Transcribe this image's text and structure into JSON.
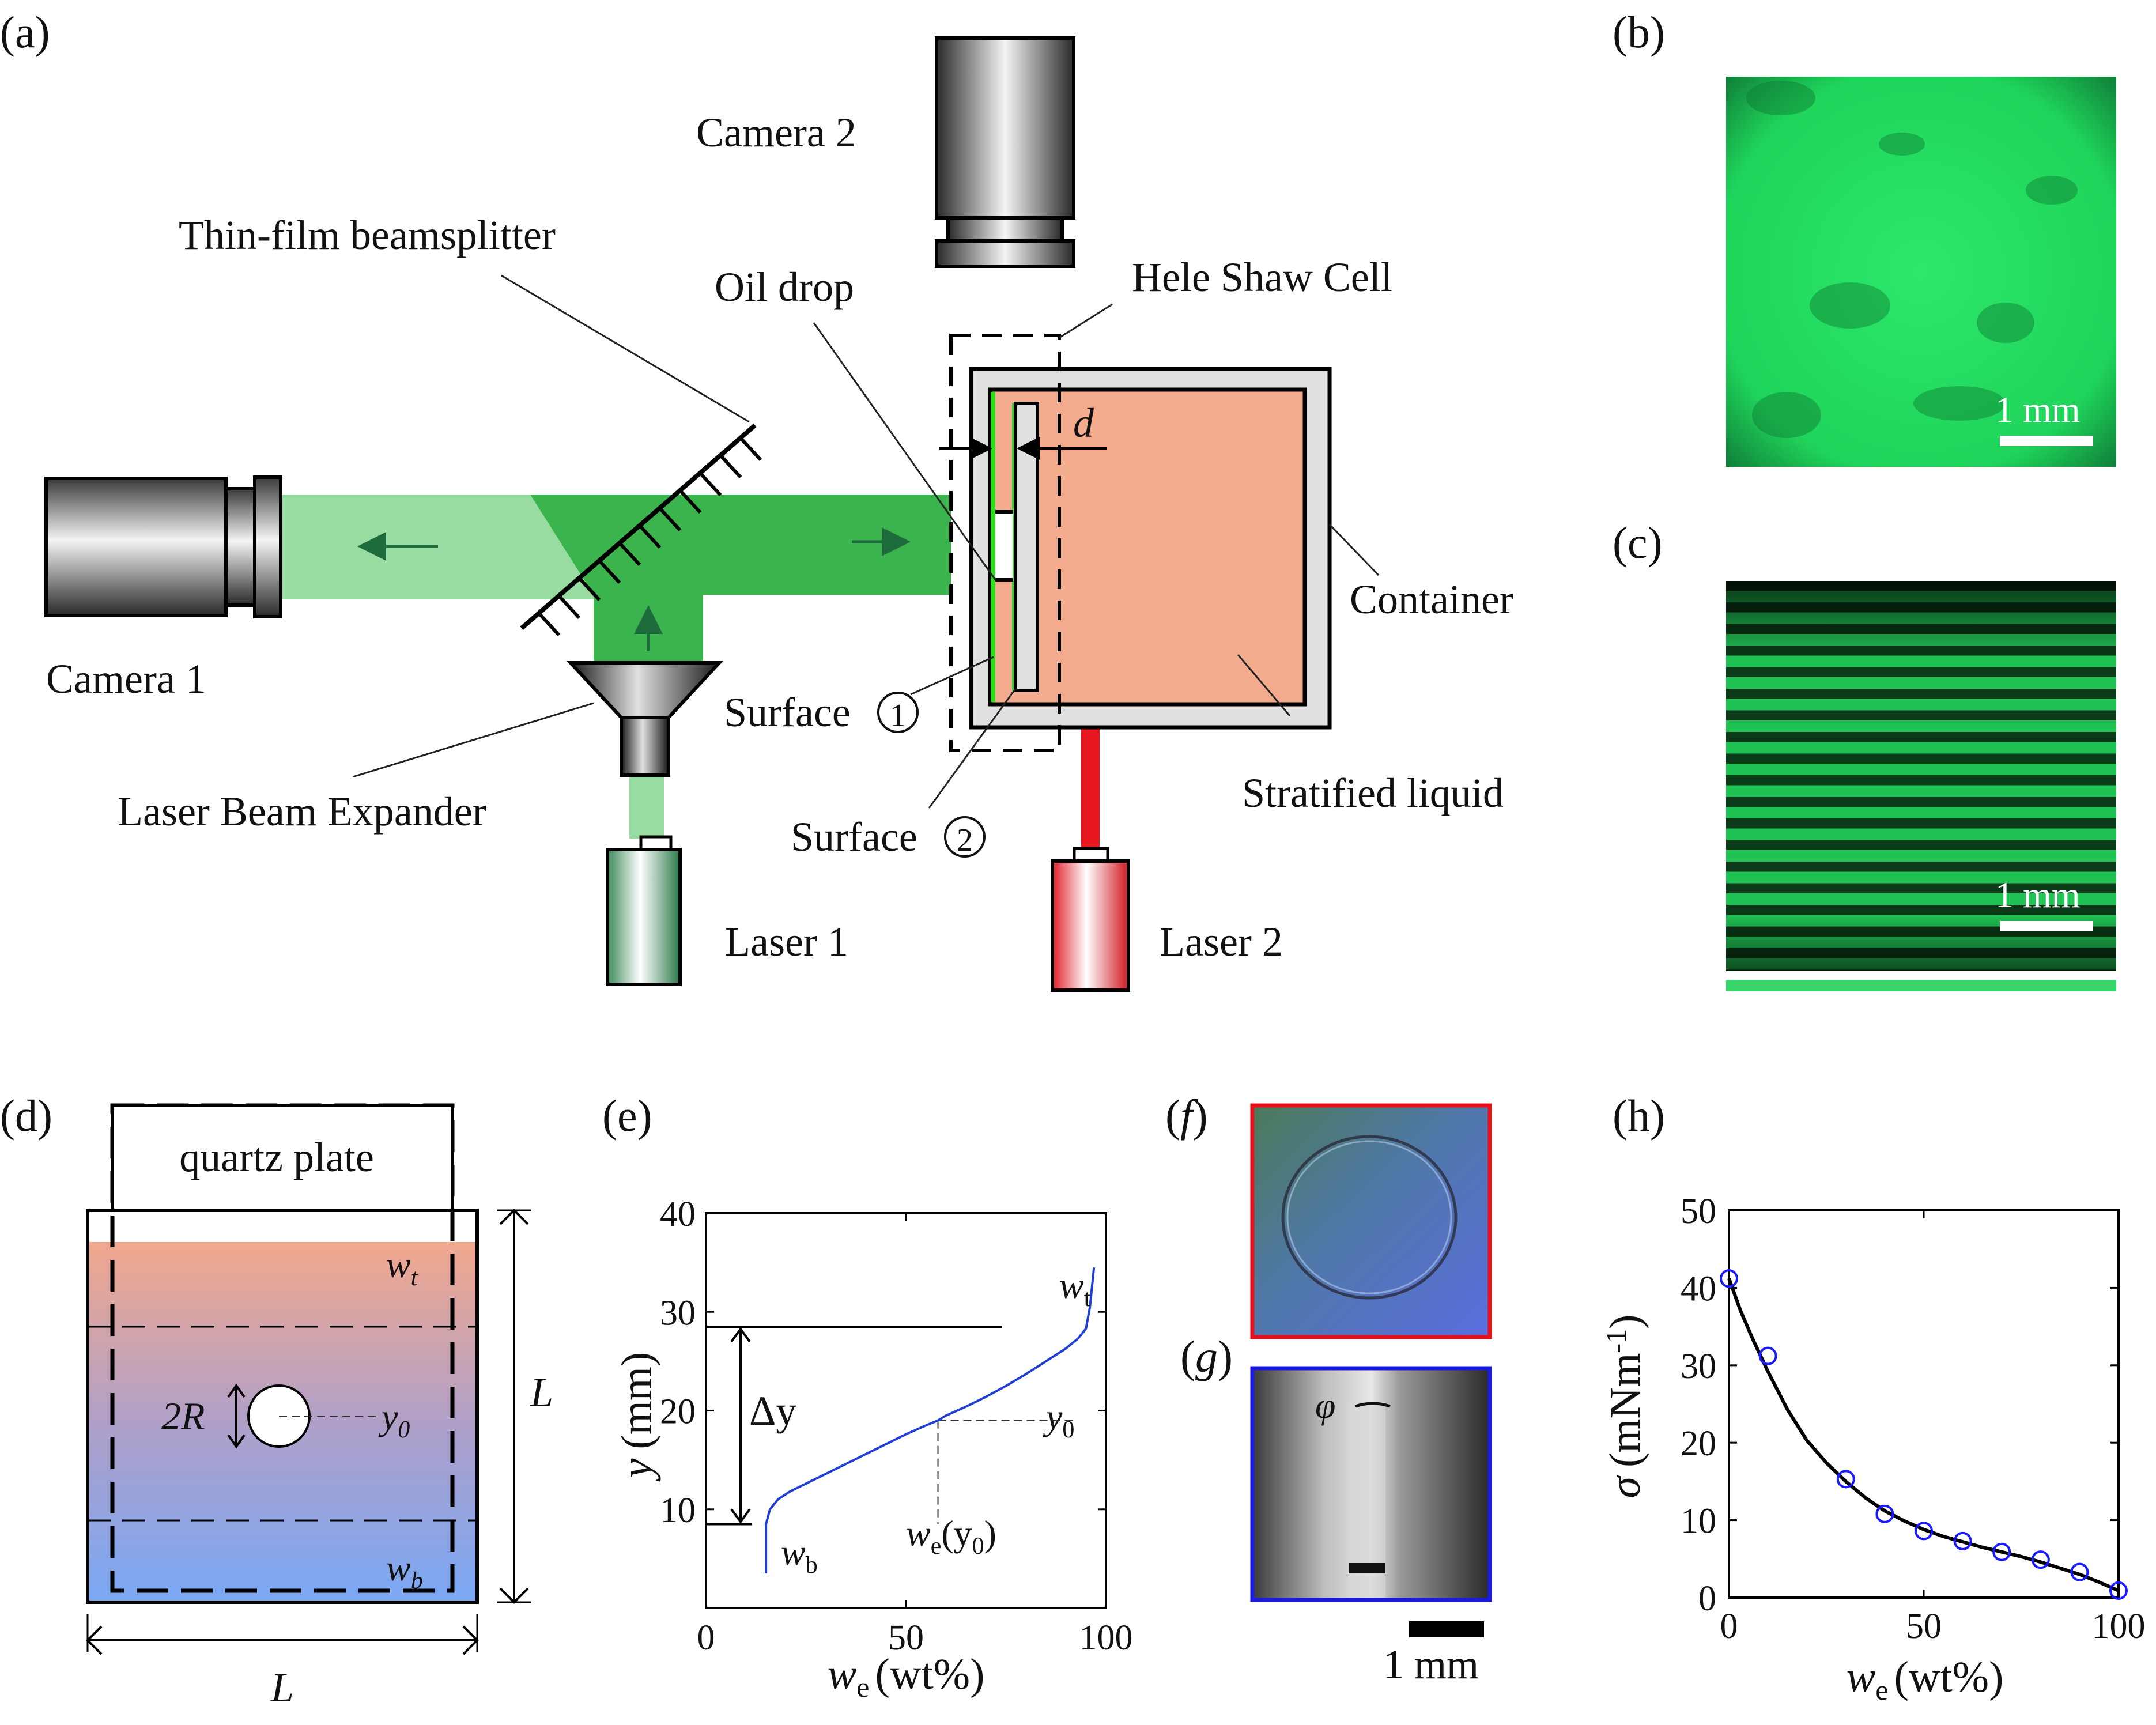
{
  "panels": {
    "a": "(a)",
    "b": "(b)",
    "c": "(c)",
    "d": "(d)",
    "e": "(e)",
    "f": "(f)",
    "g": "(g)",
    "h": "(h)"
  },
  "setup": {
    "camera2": "Camera 2",
    "beamsplitter": "Thin-film beamsplitter",
    "oil_drop": "Oil drop",
    "hele_shaw": "Hele Shaw Cell",
    "camera1": "Camera 1",
    "container": "Container",
    "surface1": "Surface",
    "surface1_num": "1",
    "surface2": "Surface",
    "surface2_num": "2",
    "stratified": "Stratified liquid",
    "expander": "Laser Beam Expander",
    "laser1": "Laser 1",
    "laser2": "Laser 2",
    "d_label": "d"
  },
  "images": {
    "b_scale": "1 mm",
    "c_scale": "1 mm",
    "g_scale": "1 mm",
    "phi": "φ"
  },
  "panel_d": {
    "quartz": "quartz plate",
    "wt": "w",
    "wt_sub": "t",
    "wb": "w",
    "wb_sub": "b",
    "two_r": "2R",
    "y0": "y",
    "y0_sub": "0",
    "L_right": "L",
    "L_bottom": "L"
  },
  "panel_e": {
    "ylabel": "y",
    "ylabel_unit": "(mm)",
    "xlabel": "w",
    "xlabel_sub": "e",
    "xlabel_unit": "(wt%)",
    "wt": "w",
    "wt_sub": "t",
    "wb": "w",
    "wb_sub": "b",
    "delta_y": "Δy",
    "y0": "y",
    "y0_sub": "0",
    "we_y0": "w",
    "we_y0_sub": "e",
    "we_y0_arg": "(y",
    "we_y0_arg_sub": "0",
    "we_y0_close": ")"
  },
  "panel_h": {
    "ylabel": "σ",
    "ylabel_unit": "(mNm",
    "ylabel_sup": "-1",
    "ylabel_close": ")",
    "xlabel": "w",
    "xlabel_sub": "e",
    "xlabel_unit": "(wt%)"
  },
  "chart_data": [
    {
      "type": "line",
      "panel": "e",
      "xlim": [
        0,
        100
      ],
      "ylim": [
        0,
        40
      ],
      "xticks": [
        0,
        50,
        100
      ],
      "yticks": [
        10,
        20,
        30,
        40
      ],
      "series": [
        {
          "color": "#1f3fd6",
          "x": [
            15,
            15,
            16,
            18,
            21,
            25,
            30,
            35,
            40,
            45,
            50,
            55,
            58,
            60,
            65,
            70,
            75,
            80,
            85,
            90,
            93,
            95,
            96,
            97
          ],
          "y": [
            3.5,
            8.5,
            10.0,
            11.0,
            11.8,
            12.6,
            13.6,
            14.6,
            15.6,
            16.6,
            17.6,
            18.5,
            19.0,
            19.5,
            20.4,
            21.4,
            22.5,
            23.7,
            25.0,
            26.3,
            27.3,
            28.3,
            30.5,
            34.5
          ]
        }
      ],
      "annotations": {
        "wt_line_y": 28.5,
        "wt_line_xmax": 74,
        "wb_line_y": 8.5,
        "y0_value": 19,
        "we_y0_value": 58
      },
      "grid": false
    },
    {
      "type": "scatter",
      "panel": "h",
      "xlim": [
        0,
        100
      ],
      "ylim": [
        0,
        50
      ],
      "xticks": [
        0,
        50,
        100
      ],
      "yticks": [
        0,
        10,
        20,
        30,
        40,
        50
      ],
      "points": {
        "color": "#1a1aff",
        "x": [
          0,
          10,
          30,
          40,
          50,
          60,
          70,
          80,
          90,
          100
        ],
        "y": [
          41.2,
          31.2,
          15.3,
          10.8,
          8.6,
          7.3,
          5.9,
          4.9,
          3.3,
          0.9
        ]
      },
      "fit": {
        "color": "#000000",
        "x": [
          0,
          3,
          6,
          10,
          15,
          20,
          25,
          30,
          35,
          40,
          45,
          50,
          55,
          60,
          65,
          70,
          75,
          80,
          85,
          90,
          95,
          100
        ],
        "y": [
          41.2,
          37.0,
          33.5,
          29.2,
          24.3,
          20.3,
          17.4,
          15.0,
          12.9,
          11.2,
          9.9,
          8.8,
          7.9,
          7.2,
          6.5,
          5.9,
          5.3,
          4.6,
          3.8,
          3.0,
          2.0,
          0.9
        ]
      },
      "grid": false
    }
  ]
}
